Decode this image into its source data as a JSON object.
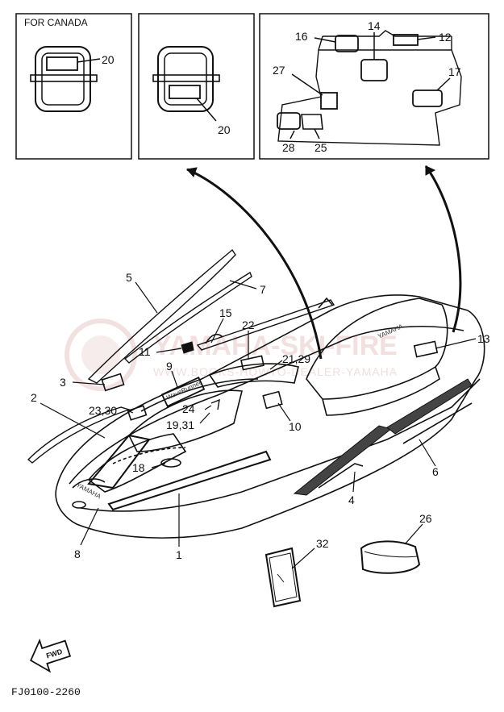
{
  "insets": {
    "left": {
      "title": "FOR CANADA",
      "label": "20"
    },
    "middle": {
      "label": "20"
    },
    "right": {
      "labels": {
        "p16": "16",
        "p14": "14",
        "p12": "12",
        "p27": "27",
        "p17": "17",
        "p28": "28",
        "p25": "25"
      }
    }
  },
  "callouts": {
    "p5": "5",
    "p7": "7",
    "p15": "15",
    "p22": "22",
    "p13": "13",
    "p11": "11",
    "p21_29": "21,29",
    "p9": "9",
    "p3": "3",
    "p2": "2",
    "p23_30": "23,30",
    "p24": "24",
    "p19_31": "19,31",
    "p10": "10",
    "p18": "18",
    "p6": "6",
    "p4": "4",
    "p8": "8",
    "p1": "1",
    "p26": "26",
    "p32": "32"
  },
  "watermark": {
    "line1": "YAMAHA-SKI-FIRE",
    "line2": "WWW.BOOKS-HOWTO-DEALER-YAMAHA"
  },
  "hull_text": {
    "brand": "YAMAHA",
    "deck_brand": "YAMAHA",
    "decal": "WaveRunner"
  },
  "footer": {
    "fwd_label": "FWD",
    "drawing_code": "FJ0100-2260"
  },
  "colors": {
    "line": "#111111",
    "watermark": "#e8c8c8"
  }
}
